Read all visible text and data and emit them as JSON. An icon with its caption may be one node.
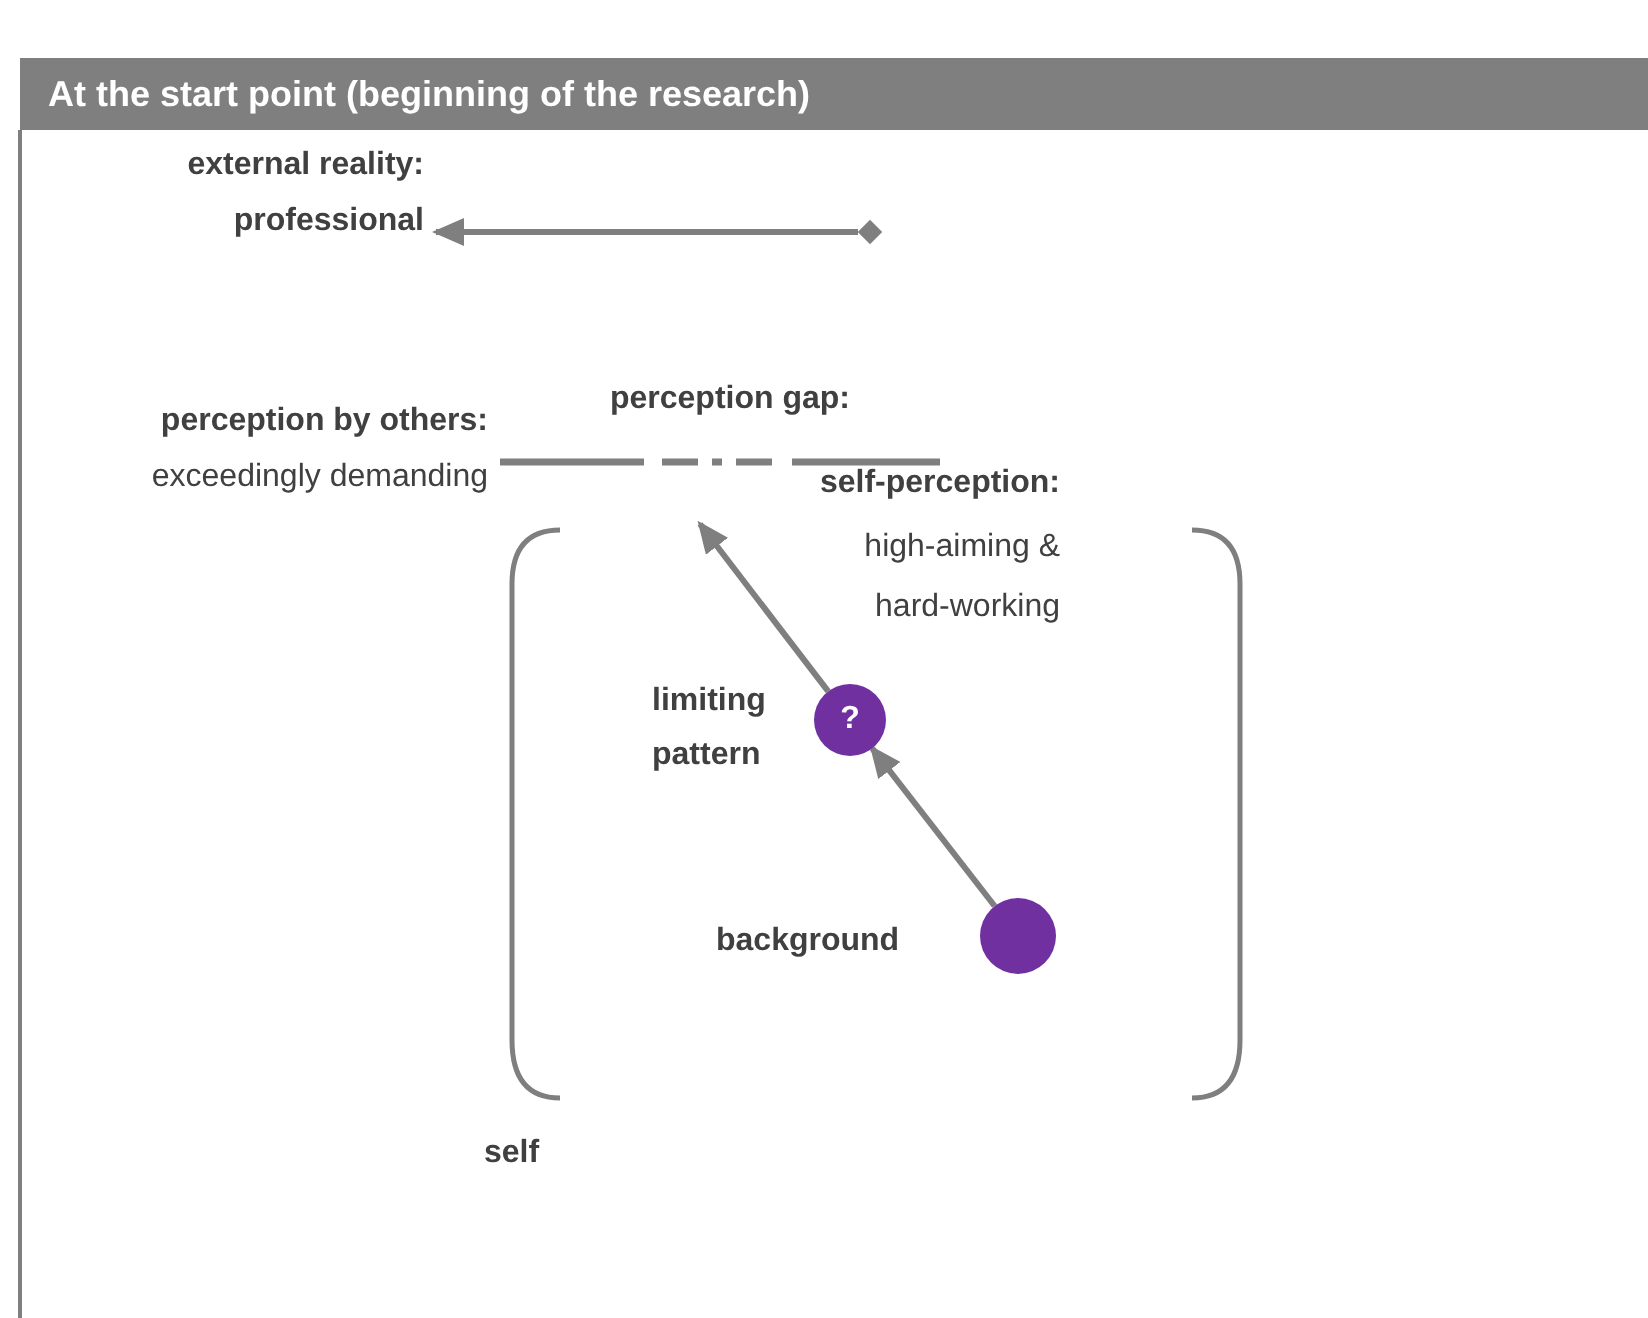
{
  "diagram": {
    "title": "At the start point (beginning of the research)",
    "nodes": [
      {
        "text": [
          "external reality:",
          "professional"
        ]
      },
      {
        "text": [],
        "shape": "diamond"
      },
      {
        "text": [
          "perception by others:",
          "exceedingly demanding"
        ]
      },
      {
        "text": [
          "self-perception:",
          "high-aiming & hard-working"
        ]
      },
      {
        "text": [
          "self"
        ]
      },
      {
        "text": [
          "?"
        ],
        "beside": [
          "limiting pattern"
        ],
        "in": 4
      },
      {
        "text": [],
        "shape": "circle",
        "beside": [
          "background"
        ],
        "in": 4
      }
    ],
    "edges": [
      {
        "from": 1,
        "to": 0,
        "arrow": "to"
      },
      {
        "from": 2,
        "to": 3,
        "arrow": "none",
        "style": "dashed",
        "label": "perception gap:"
      },
      {
        "from": 5,
        "to": null,
        "arrow": "to"
      },
      {
        "from": 6,
        "to": 5,
        "arrow": "to"
      }
    ]
  }
}
